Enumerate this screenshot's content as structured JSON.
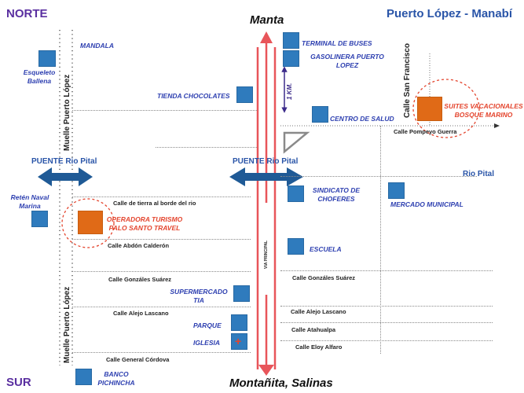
{
  "header": {
    "north": "NORTE",
    "south": "SUR",
    "title": "Puerto López - Manabí",
    "destination_north": "Manta",
    "destination_south": "Montañita, Salinas"
  },
  "roads": {
    "main_avenue": "VIA PRINCIPAL",
    "pier": "Muelle Puerto López",
    "calle_san_francisco": "Calle San Francisco",
    "distance_marker": "1 KM."
  },
  "streets": {
    "tierra": "Calle de tierra al borde del rio",
    "abdon": "Calle Abdón Calderón",
    "gonzales_left": "Calle Gonzáles Suárez",
    "alejo_left": "Calle Alejo Lascano",
    "cordova": "Calle General Córdova",
    "gonzales_right": "Calle Gonzáles Suárez",
    "alejo_right": "Calle Alejo Lascano",
    "atahualpa": "Calle Atahualpa",
    "eloy": "Calle Eloy Alfaro",
    "pompeyo": "Calle Pompeyo Guerra"
  },
  "river": {
    "bridge_left": "PUENTE Rio Pital",
    "bridge_center": "PUENTE Rio Pital",
    "river_label": "Rio Pital"
  },
  "places": {
    "mandala": "MANDALA",
    "esqueleto": "Esqueleto Ballena",
    "terminal": "TERMINAL DE BUSES",
    "gasolinera": "GASOLINERA PUERTO LOPEZ",
    "tienda": "TIENDA CHOCOLATES",
    "centro_salud": "CENTRO DE SALUD",
    "reten": "Retén Naval Marina",
    "sindicato": "SINDICATO DE CHOFERES",
    "mercado": "MERCADO MUNICIPAL",
    "escuela": "ESCUELA",
    "supermercado": "SUPERMERCADO TIA",
    "parque": "PARQUE",
    "iglesia": "IGLESIA",
    "banco": "BANCO PICHINCHA"
  },
  "highlights": {
    "operadora": "OPERADORA TURISMO PALO SANTO TRAVEL",
    "suites": "SUITES VACACIONALES BOSQUE MARINO"
  },
  "colors": {
    "poi_blue": "#2f7bbd",
    "highlight_orange": "#e06a17",
    "road_red": "#e8555a",
    "bridge_blue": "#1f5a96"
  }
}
